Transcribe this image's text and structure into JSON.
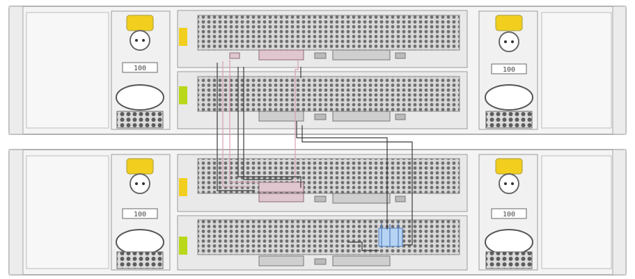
{
  "shelves": [
    {
      "id": "upper",
      "psus": [
        {
          "side": "left",
          "label": "100"
        },
        {
          "side": "right",
          "label": "100"
        }
      ],
      "io_modules": [
        {
          "id": "A",
          "ports": {
            "sas_a": "",
            "sas_b": ""
          }
        },
        {
          "id": "B",
          "ports": {
            "sas_a": "",
            "sas_b": ""
          }
        }
      ]
    },
    {
      "id": "lower",
      "psus": [
        {
          "side": "left",
          "label": "100"
        },
        {
          "side": "right",
          "label": "100"
        }
      ],
      "io_modules": [
        {
          "id": "A",
          "ports": {
            "sas_a": "",
            "sas_b": ""
          }
        },
        {
          "id": "B",
          "ports": {
            "sas_a": "",
            "sas_b": ""
          }
        }
      ]
    }
  ],
  "colors": {
    "chassis_stroke": "#9a9a9a",
    "chassis_fill": "#f3f3f3",
    "vent_fill": "#7c7c7c",
    "led_yellow": "#f2cf1f",
    "led_green": "#b8d81a",
    "cable_pink": "#e8b4c4",
    "cable_blue": "#6ea7e6",
    "cable_dark": "#333333"
  }
}
